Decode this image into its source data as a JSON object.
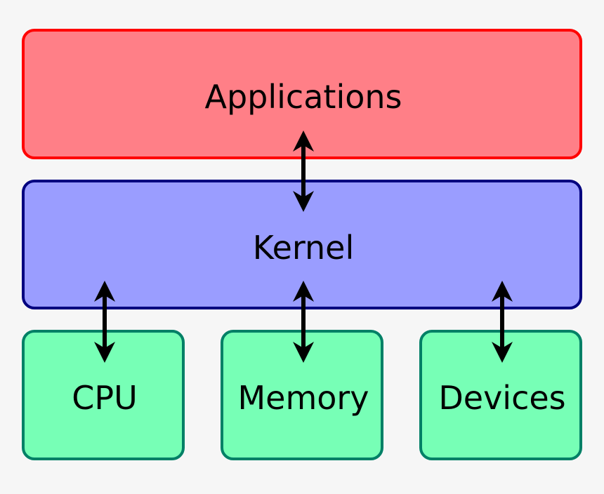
{
  "boxes": {
    "applications": {
      "label": "Applications",
      "fill": "#ff7f87",
      "stroke": "#ff0000"
    },
    "kernel": {
      "label": "Kernel",
      "fill": "#9a9dff",
      "stroke": "#00007f"
    },
    "cpu": {
      "label": "CPU",
      "fill": "#77ffb6",
      "stroke": "#008066"
    },
    "memory": {
      "label": "Memory",
      "fill": "#77ffb6",
      "stroke": "#008066"
    },
    "devices": {
      "label": "Devices",
      "fill": "#77ffb6",
      "stroke": "#008066"
    }
  },
  "connections": [
    {
      "from": "applications",
      "to": "kernel",
      "type": "bidirectional-arrow"
    },
    {
      "from": "kernel",
      "to": "cpu",
      "type": "bidirectional-arrow"
    },
    {
      "from": "kernel",
      "to": "memory",
      "type": "bidirectional-arrow"
    },
    {
      "from": "kernel",
      "to": "devices",
      "type": "bidirectional-arrow"
    }
  ]
}
